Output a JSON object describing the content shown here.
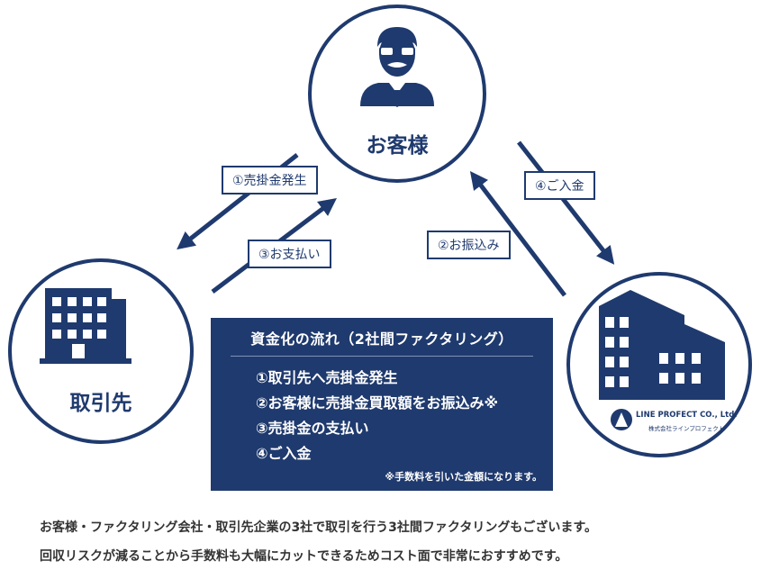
{
  "nodes": {
    "customer": "お客様",
    "supplier": "取引先",
    "company": "LINE PROFECT CO., Ltd."
  },
  "company_logo": {
    "name": "LINE PROFECT CO., Ltd.",
    "subname": "株式会社ラインプロフェクト"
  },
  "arrows": {
    "step1": "①売掛金発生",
    "step2": "②お振込み",
    "step3": "③お支払い",
    "step4": "④ご入金"
  },
  "flow_box": {
    "title": "資金化の流れ（2社間ファクタリング）",
    "steps": [
      "①取引先へ売掛金発生",
      "②お客様に売掛金買取額をお振込み※",
      "③売掛金の支払い",
      "④ご入金"
    ],
    "note": "※手数料を引いた金額になります。"
  },
  "description": [
    "お客様・ファクタリング会社・取引先企業の3社で取引を行う3社間ファクタリングもございます。",
    "回収リスクが減ることから手数料も大幅にカットできるためコスト面で非常におすすめです。"
  ],
  "colors": {
    "navy": "#1f3a6e",
    "text": "#333333"
  },
  "icons": [
    "businessman-icon",
    "office-building-icon",
    "office-buildings-icon",
    "company-logo-icon"
  ]
}
